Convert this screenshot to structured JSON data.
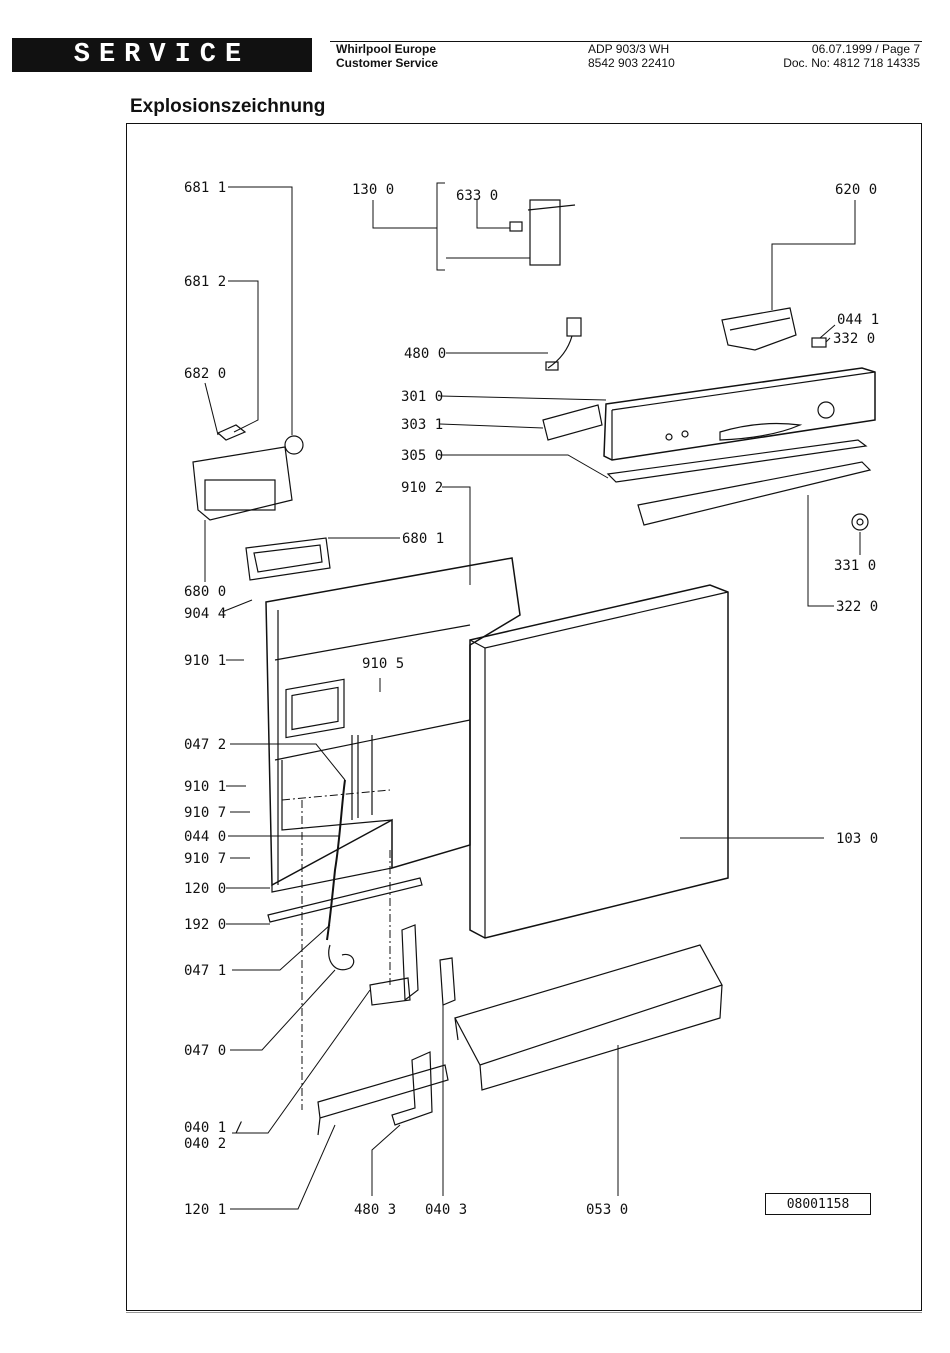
{
  "header": {
    "logo_text": "SERVICE",
    "company_line1": "Whirlpool Europe",
    "company_line2": "Customer Service",
    "model_line1": "ADP 903/3 WH",
    "model_line2": "8542 903 22410",
    "date_page": "06.07.1999 / Page 7",
    "doc_no": "Doc. No: 4812 718 14335"
  },
  "title": "Explosionszeichnung",
  "drawing_id": "08001158",
  "parts": [
    {
      "id": "p681-1",
      "label": "681 1"
    },
    {
      "id": "p681-2",
      "label": "681 2"
    },
    {
      "id": "p682-0",
      "label": "682 0"
    },
    {
      "id": "p680-0",
      "label": "680 0"
    },
    {
      "id": "p904-4",
      "label": "904 4"
    },
    {
      "id": "p910-1a",
      "label": "910 1"
    },
    {
      "id": "p047-2",
      "label": "047 2"
    },
    {
      "id": "p910-1b",
      "label": "910 1"
    },
    {
      "id": "p910-7a",
      "label": "910 7"
    },
    {
      "id": "p044-0",
      "label": "044 0"
    },
    {
      "id": "p910-7b",
      "label": "910 7"
    },
    {
      "id": "p120-0",
      "label": "120 0"
    },
    {
      "id": "p192-0",
      "label": "192 0"
    },
    {
      "id": "p047-1",
      "label": "047 1"
    },
    {
      "id": "p047-0",
      "label": "047 0"
    },
    {
      "id": "p040-1",
      "label": "040 1 /"
    },
    {
      "id": "p040-2",
      "label": "040 2"
    },
    {
      "id": "p120-1",
      "label": "120 1"
    },
    {
      "id": "p480-3",
      "label": "480 3"
    },
    {
      "id": "p040-3",
      "label": "040 3"
    },
    {
      "id": "p053-0",
      "label": "053 0"
    },
    {
      "id": "p130-0",
      "label": "130 0"
    },
    {
      "id": "p633-0",
      "label": "633 0"
    },
    {
      "id": "p480-0",
      "label": "480 0"
    },
    {
      "id": "p301-0",
      "label": "301 0"
    },
    {
      "id": "p303-1",
      "label": "303 1"
    },
    {
      "id": "p305-0",
      "label": "305 0"
    },
    {
      "id": "p910-2",
      "label": "910 2"
    },
    {
      "id": "p680-1",
      "label": "680 1"
    },
    {
      "id": "p910-5",
      "label": "910 5"
    },
    {
      "id": "p620-0",
      "label": "620 0"
    },
    {
      "id": "p044-1",
      "label": "044 1"
    },
    {
      "id": "p332-0",
      "label": "332 0"
    },
    {
      "id": "p331-0",
      "label": "331 0"
    },
    {
      "id": "p322-0",
      "label": "322 0"
    },
    {
      "id": "p103-0",
      "label": "103 0"
    }
  ]
}
